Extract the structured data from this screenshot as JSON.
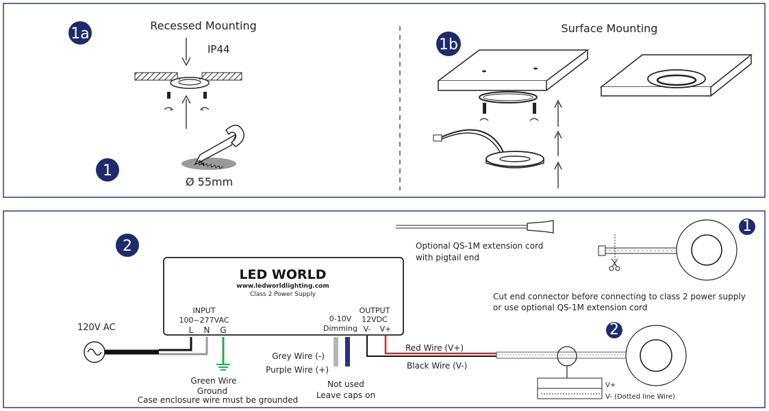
{
  "panel1": {
    "badge_1a": "1a",
    "recessed_title": "Recessed Mounting",
    "ip_rating": "IP44",
    "badge_1": "1",
    "cutout_size": "Ø 55mm",
    "badge_1b": "1b",
    "surface_title": "Surface Mounting"
  },
  "panel2": {
    "badge_2": "2",
    "brand_logo": "LED WORLD",
    "brand_url": "www.ledworldlighting.com",
    "psu_class": "Class 2 Power Supply",
    "input_label": "INPUT",
    "input_voltage": "100~277VAC",
    "terminal_l": "L",
    "terminal_n": "N",
    "terminal_g": "G",
    "ac_label": "120V AC",
    "dimming_voltage": "0-10V",
    "dimming_label": "Dimming",
    "output_label": "OUTPUT",
    "output_voltage": "12VDC",
    "terminal_vneg": "V-",
    "terminal_vpos": "V+",
    "green_wire": "Green Wire",
    "ground": "Ground",
    "ground_note": "Case enclosure wire must be grounded",
    "grey_wire": "Grey Wire (-)",
    "purple_wire": "Purple Wire (+)",
    "not_used": "Not used",
    "leave_caps": "Leave caps on",
    "red_wire": "Red Wire (V+)",
    "black_wire": "Black Wire (V-)",
    "ext_cord_line1": "Optional QS-1M extension cord",
    "ext_cord_line2": "with pigtail end",
    "badge_c1": "1",
    "cut_note_line1": "Cut end connector before connecting to class 2 power supply",
    "cut_note_line2": "or use optional QS-1M extension cord",
    "badge_c2": "2",
    "vplus_label": "V+",
    "vminus_label": "V- (Dotted line Wire)"
  },
  "colors": {
    "badge": "#1e2a6e",
    "frame": "#2f3a78",
    "red_wire": "#e2231a",
    "green_wire": "#2aa84a",
    "purple_wire": "#2b2f8f",
    "grey_wire": "#b5b5b5"
  }
}
